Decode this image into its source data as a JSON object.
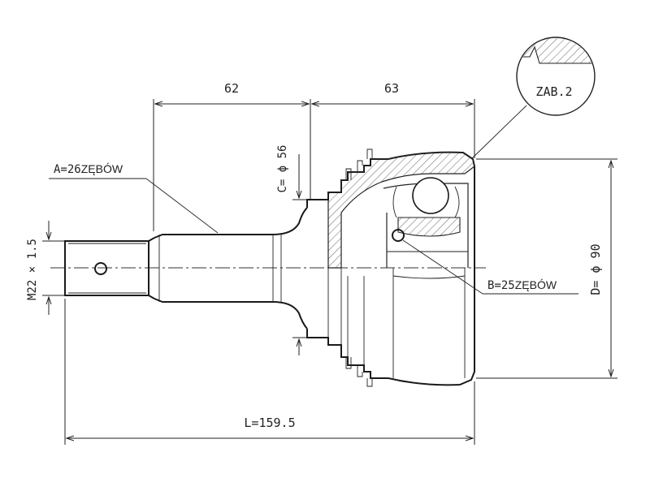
{
  "dimensions": {
    "length_62": "62",
    "length_63": "63",
    "total_length": "L=159.5",
    "outer_diameter": "D= ϕ 90",
    "seat_diameter": "C= ϕ 56",
    "thread": "M22 × 1.5"
  },
  "splines": {
    "a_label": "A=26",
    "a_word": "ZĘBÓW",
    "b_label": "B=25",
    "b_word": "ZĘBÓW"
  },
  "detail": {
    "label": "ZAB.2"
  }
}
